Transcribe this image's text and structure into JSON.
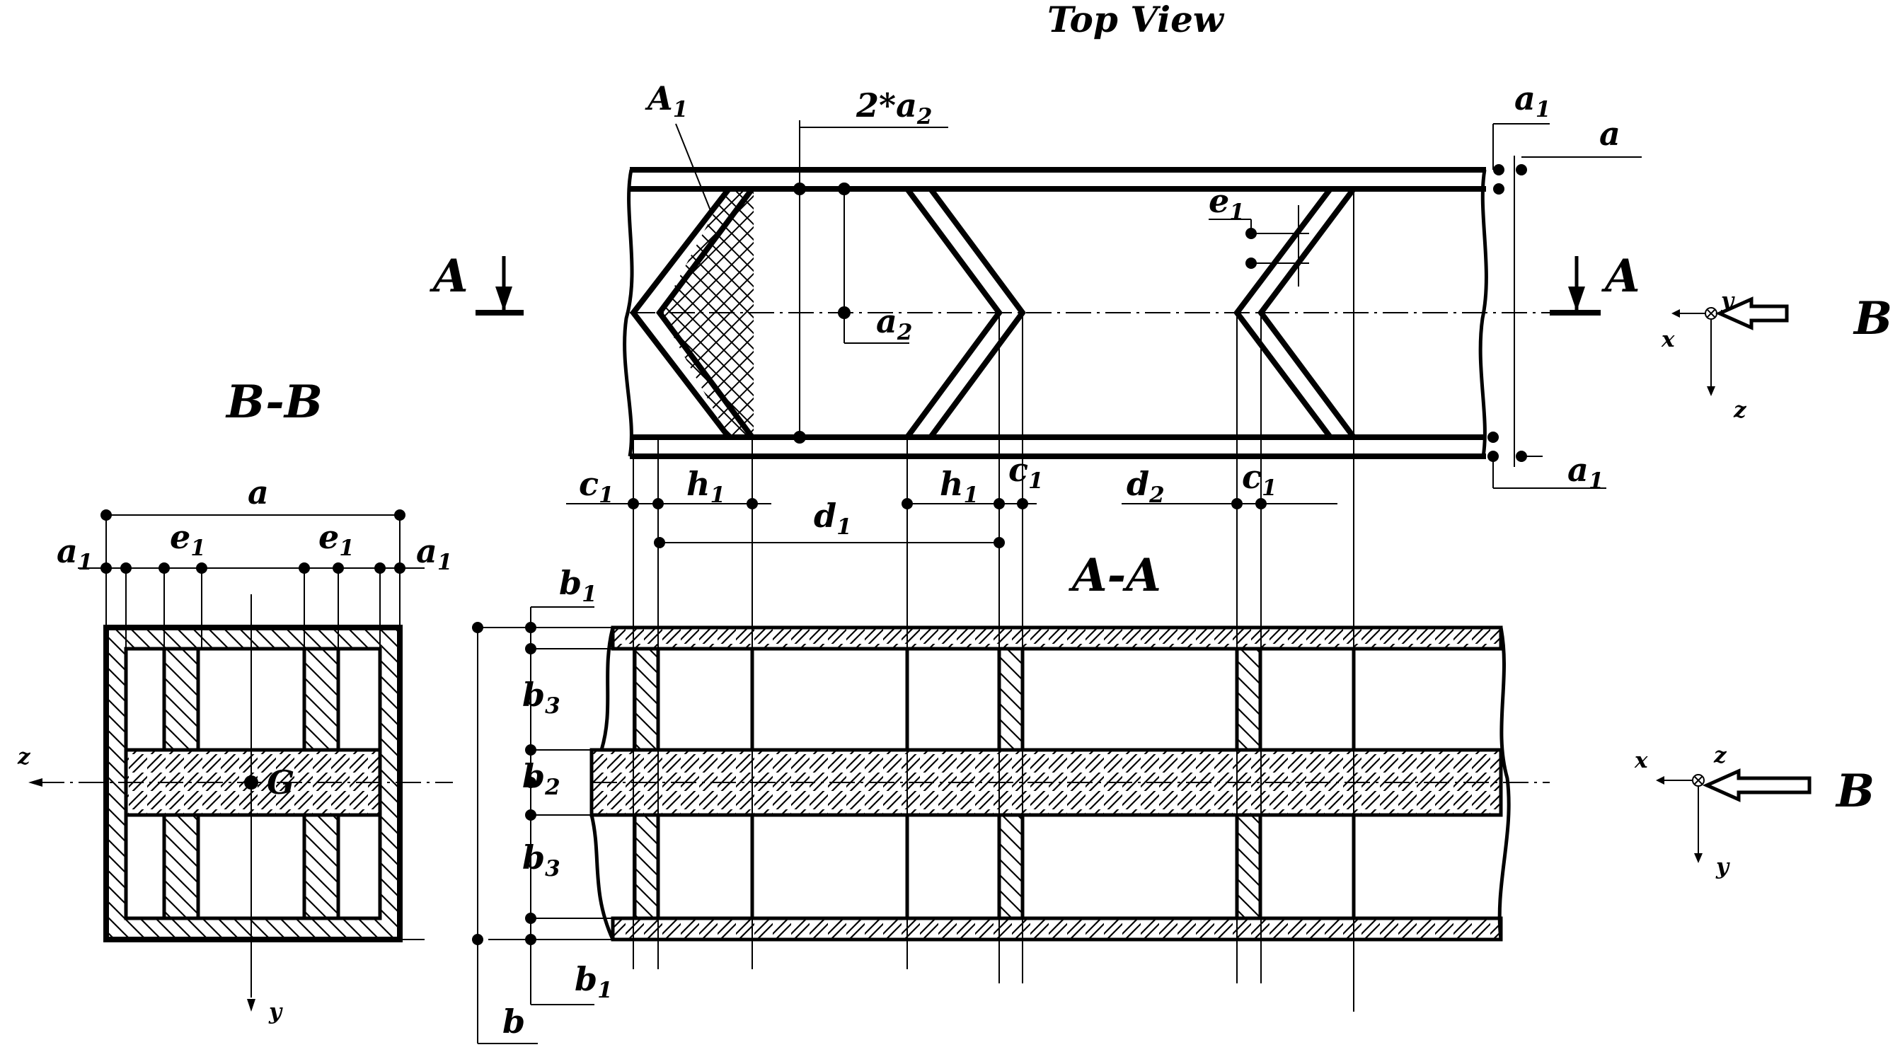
{
  "title": "Top View",
  "sections": {
    "bb_label": "B-B",
    "aa_label": "A-A",
    "cut_a_left": "A",
    "cut_a_right": "A",
    "view_b_top": "B",
    "view_b_bottom": "B"
  },
  "top_view_dims": {
    "A1_sub": "1",
    "two_a2": "2*a",
    "two_a2_sub": "2",
    "a_right": "a",
    "a1_top": "a",
    "a1_top_sub": "1",
    "a1_bottom": "a",
    "a1_bottom_sub": "1",
    "e1": "e",
    "e1_sub": "1",
    "a2": "a",
    "a2_sub": "2"
  },
  "dims_row": {
    "c1_a": "c",
    "h1_a": "h",
    "h1_b": "h",
    "c1_b": "c",
    "d2": "d",
    "c1_c": "c",
    "d1": "d",
    "sub1": "1",
    "sub2": "2"
  },
  "bb_dims": {
    "a": "a",
    "a1_left": "a",
    "a1_right": "a",
    "e1_left": "e",
    "e1_right": "e",
    "sub1": "1",
    "G": "G",
    "z": "z",
    "y": "y",
    "b": "b"
  },
  "aa_dims": {
    "b1_top": "b",
    "b3_upper": "b",
    "b2": "b",
    "b3_lower": "b",
    "b1_bottom": "b",
    "sub1": "1",
    "sub2": "2",
    "sub3": "3"
  },
  "axes_top": {
    "x": "x",
    "y": "y",
    "z": "z"
  },
  "axes_bottom": {
    "x": "x",
    "y": "y",
    "z": "z"
  }
}
